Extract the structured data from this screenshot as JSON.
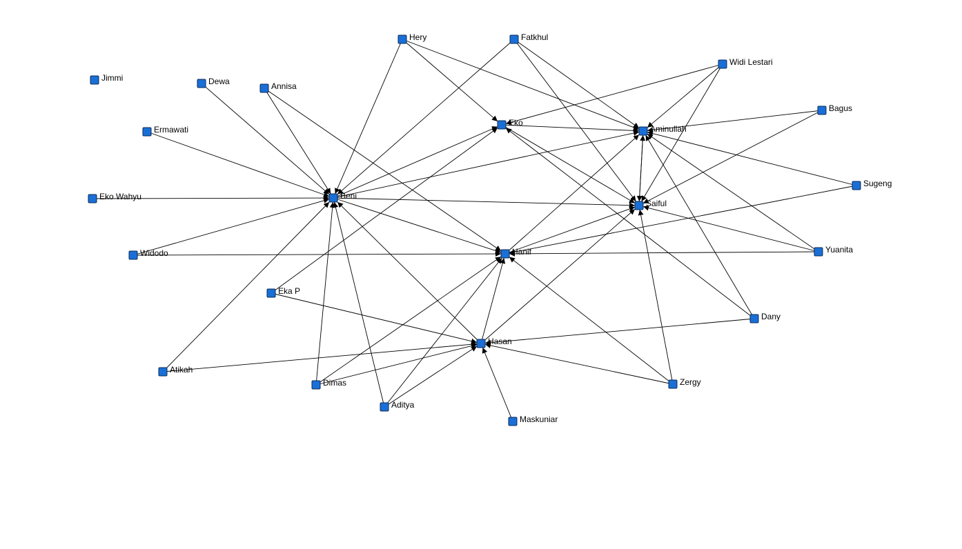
{
  "colors": {
    "node_fill": "#1a6fd6",
    "node_stroke": "#0a2a55",
    "edge": "#000000",
    "background": "#ffffff"
  },
  "nodes": [
    {
      "id": "hery",
      "label": "Hery"
    },
    {
      "id": "fatkhul",
      "label": "Fatkhul"
    },
    {
      "id": "widi",
      "label": "Widi Lestari"
    },
    {
      "id": "jimmi",
      "label": "Jimmi"
    },
    {
      "id": "dewa",
      "label": "Dewa"
    },
    {
      "id": "annisa",
      "label": "Annisa"
    },
    {
      "id": "bagus",
      "label": "Bagus"
    },
    {
      "id": "eko",
      "label": "Eko"
    },
    {
      "id": "aminullah",
      "label": "Aminullah"
    },
    {
      "id": "ermawati",
      "label": "Ermawati"
    },
    {
      "id": "sugeng",
      "label": "Sugeng"
    },
    {
      "id": "ekowahyu",
      "label": "Eko Wahyu"
    },
    {
      "id": "beni",
      "label": "Beni"
    },
    {
      "id": "saiful",
      "label": "Saiful"
    },
    {
      "id": "yuanita",
      "label": "Yuanita"
    },
    {
      "id": "widodo",
      "label": "Widodo"
    },
    {
      "id": "hanif",
      "label": "Hanif"
    },
    {
      "id": "ekap",
      "label": "Eka P"
    },
    {
      "id": "dany",
      "label": "Dany"
    },
    {
      "id": "hasan",
      "label": "Hasan"
    },
    {
      "id": "atikah",
      "label": "Atikah"
    },
    {
      "id": "dimas",
      "label": "Dimas"
    },
    {
      "id": "zergy",
      "label": "Zergy"
    },
    {
      "id": "aditya",
      "label": "Aditya"
    },
    {
      "id": "maskuniar",
      "label": "Maskuniar"
    }
  ],
  "edges": [
    [
      "hery",
      "beni"
    ],
    [
      "hery",
      "eko"
    ],
    [
      "hery",
      "aminullah"
    ],
    [
      "fatkhul",
      "beni"
    ],
    [
      "fatkhul",
      "aminullah"
    ],
    [
      "fatkhul",
      "saiful"
    ],
    [
      "widi",
      "eko"
    ],
    [
      "widi",
      "aminullah"
    ],
    [
      "widi",
      "saiful"
    ],
    [
      "bagus",
      "aminullah"
    ],
    [
      "bagus",
      "saiful"
    ],
    [
      "sugeng",
      "aminullah"
    ],
    [
      "sugeng",
      "hanif"
    ],
    [
      "yuanita",
      "aminullah"
    ],
    [
      "yuanita",
      "saiful"
    ],
    [
      "yuanita",
      "hanif"
    ],
    [
      "dany",
      "eko"
    ],
    [
      "dany",
      "aminullah"
    ],
    [
      "dany",
      "hasan"
    ],
    [
      "zergy",
      "saiful"
    ],
    [
      "zergy",
      "hanif"
    ],
    [
      "zergy",
      "hasan"
    ],
    [
      "dewa",
      "beni"
    ],
    [
      "annisa",
      "beni"
    ],
    [
      "annisa",
      "hanif"
    ],
    [
      "ermawati",
      "beni"
    ],
    [
      "ekowahyu",
      "beni"
    ],
    [
      "widodo",
      "beni"
    ],
    [
      "widodo",
      "hanif"
    ],
    [
      "ekap",
      "eko"
    ],
    [
      "ekap",
      "hasan"
    ],
    [
      "atikah",
      "beni"
    ],
    [
      "atikah",
      "hasan"
    ],
    [
      "dimas",
      "beni"
    ],
    [
      "dimas",
      "hanif"
    ],
    [
      "dimas",
      "hasan"
    ],
    [
      "aditya",
      "beni"
    ],
    [
      "aditya",
      "hanif"
    ],
    [
      "aditya",
      "hasan"
    ],
    [
      "maskuniar",
      "hasan"
    ],
    [
      "beni",
      "eko"
    ],
    [
      "beni",
      "aminullah"
    ],
    [
      "beni",
      "saiful"
    ],
    [
      "beni",
      "hanif"
    ],
    [
      "eko",
      "aminullah"
    ],
    [
      "eko",
      "saiful"
    ],
    [
      "hanif",
      "aminullah"
    ],
    [
      "hanif",
      "saiful"
    ],
    [
      "hasan",
      "beni"
    ],
    [
      "hasan",
      "hanif"
    ],
    [
      "hasan",
      "saiful"
    ],
    [
      "saiful",
      "aminullah"
    ],
    [
      "aminullah",
      "saiful"
    ]
  ]
}
